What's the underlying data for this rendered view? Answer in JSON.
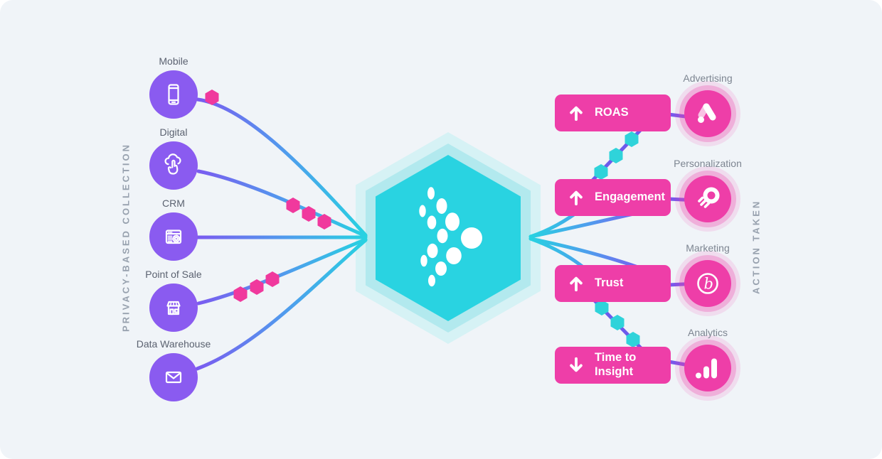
{
  "axes": {
    "left_label": "PRIVACY-BASED COLLECTION",
    "right_label": "ACTION TAKEN"
  },
  "sources": [
    {
      "label": "Mobile",
      "icon": "smartphone-icon"
    },
    {
      "label": "Digital",
      "icon": "cloud-tap-icon"
    },
    {
      "label": "CRM",
      "icon": "browser-gear-icon"
    },
    {
      "label": "Point of Sale",
      "icon": "storefront-icon"
    },
    {
      "label": "Data Warehouse",
      "icon": "envelope-icon"
    }
  ],
  "hub": {
    "icon": "dot-chevron-logo-icon",
    "shape": "hexagon"
  },
  "metrics": [
    {
      "label": "ROAS",
      "direction": "up"
    },
    {
      "label": "Engagement",
      "direction": "up"
    },
    {
      "label": "Trust",
      "direction": "up"
    },
    {
      "label": "Time to Insight",
      "direction": "down"
    }
  ],
  "tools": [
    {
      "label": "Advertising",
      "icon": "ads-mark-icon"
    },
    {
      "label": "Personalization",
      "icon": "rocket-donut-icon"
    },
    {
      "label": "Marketing",
      "icon": "script-b-icon"
    },
    {
      "label": "Analytics",
      "icon": "analytics-bars-icon"
    }
  ],
  "colors": {
    "background": "#f0f4f8",
    "source_circle": "#8a5bf0",
    "accent_pink": "#ee3ea8",
    "bead_pink": "#f0399d",
    "bead_teal": "#2fd3da",
    "line_purple": "#7d57f0",
    "line_blue": "#4f9ded",
    "line_teal": "#27d2e1",
    "hex_inner": "#29d3e1",
    "hex_mid": "#b2e9ee",
    "hex_outer": "#d6f2f5",
    "axis_text": "#97a1ae"
  }
}
